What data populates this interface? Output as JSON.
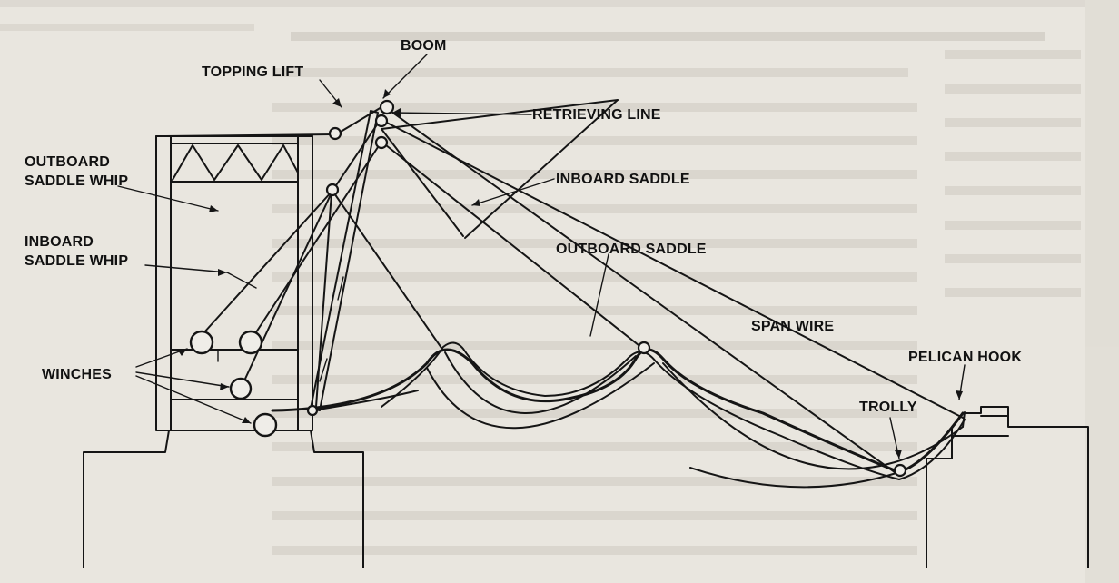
{
  "diagram": {
    "labels": {
      "boom": "BOOM",
      "topping_lift": "TOPPING LIFT",
      "retrieving_line": "RETRIEVING LINE",
      "outboard_saddle_whip_1": "OUTBOARD",
      "outboard_saddle_whip_2": "SADDLE WHIP",
      "inboard_saddle": "INBOARD SADDLE",
      "inboard_saddle_whip_1": "INBOARD",
      "inboard_saddle_whip_2": "SADDLE WHIP",
      "outboard_saddle": "OUTBOARD SADDLE",
      "span_wire": "SPAN WIRE",
      "pelican_hook": "PELICAN HOOK",
      "winches": "WINCHES",
      "trolly": "TROLLY"
    },
    "colors": {
      "ink": "#151515",
      "paper": "#e9e6df"
    }
  }
}
